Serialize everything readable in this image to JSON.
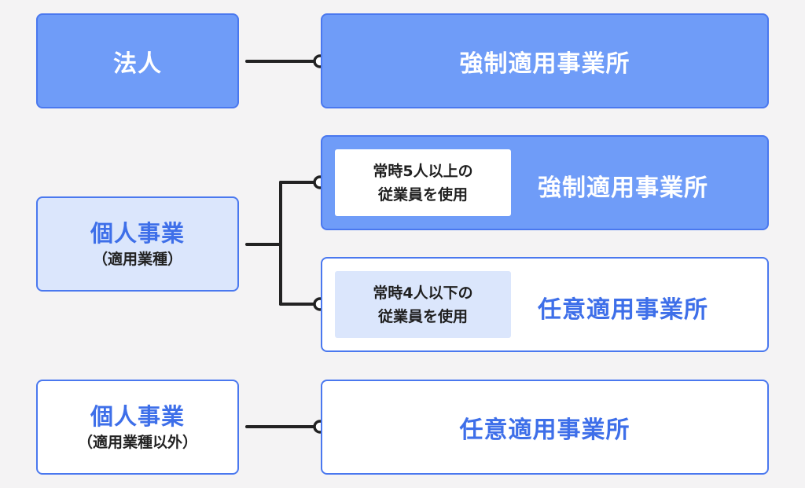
{
  "rows": {
    "corp": {
      "left": "法人",
      "right": "強制適用事業所"
    },
    "individual_applicable": {
      "title": "個人事業",
      "sub": "（適用業種）",
      "branch_upper": {
        "condition_line1": "常時5人以上の",
        "condition_line2": "従業員を使用",
        "result": "強制適用事業所"
      },
      "branch_lower": {
        "condition_line1": "常時4人以下の",
        "condition_line2": "従業員を使用",
        "result": "任意適用事業所"
      }
    },
    "individual_other": {
      "title": "個人事業",
      "sub": "（適用業種以外）",
      "right": "任意適用事業所"
    }
  },
  "colors": {
    "background": "#f4f3f4",
    "accent_fill": "#6f9cf8",
    "pale_fill": "#dbe6fc",
    "border": "#4a78ef",
    "text_blue": "#3e6fe9",
    "connector": "#222222"
  }
}
